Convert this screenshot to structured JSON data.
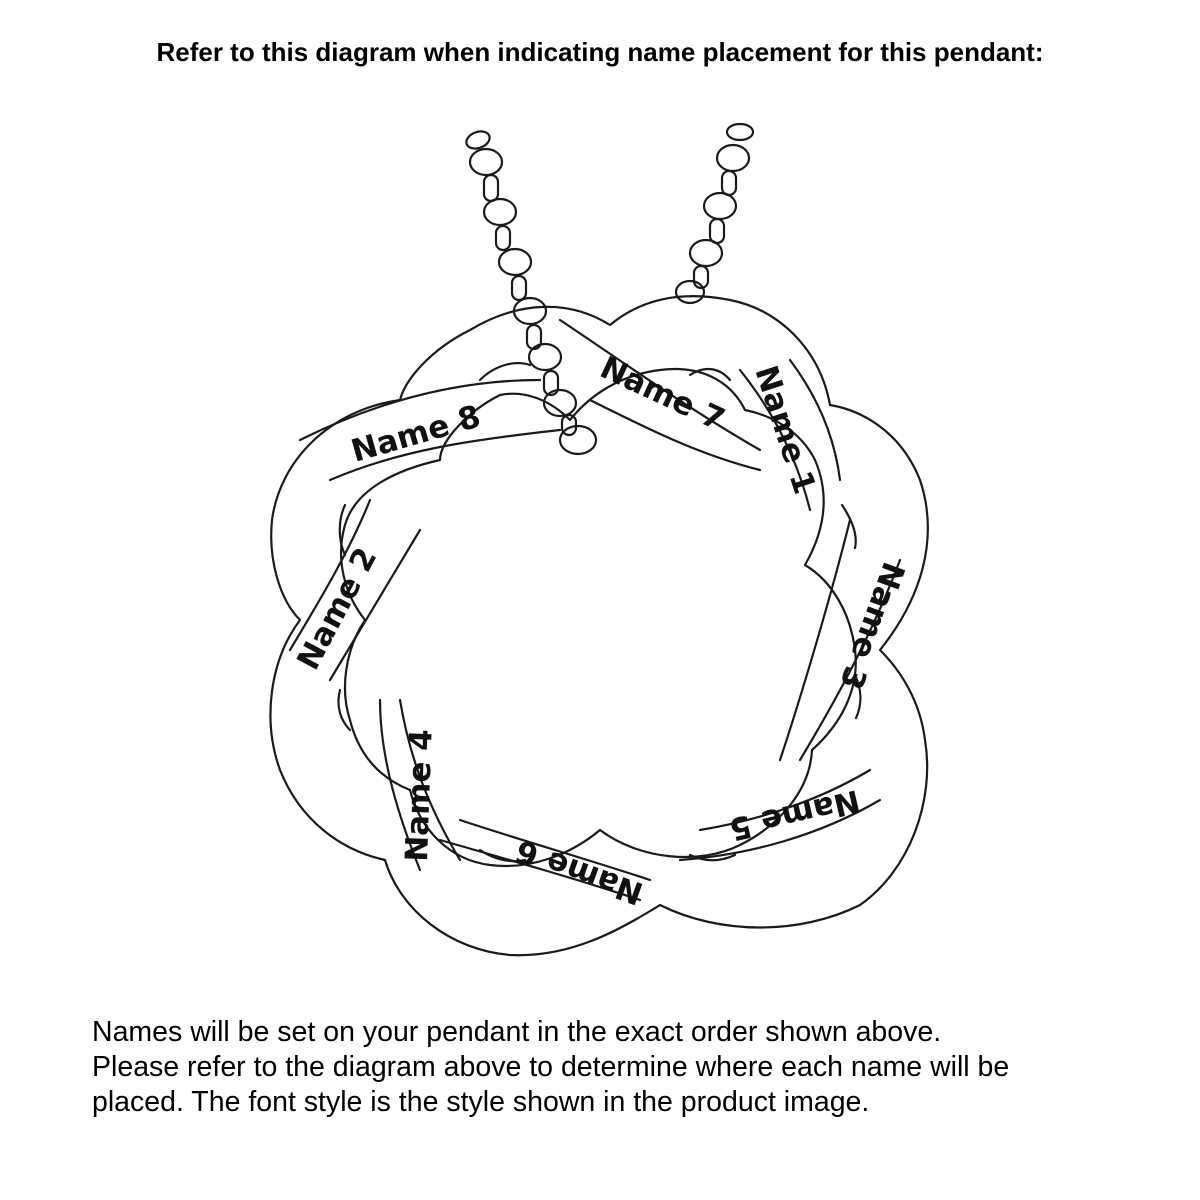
{
  "title": "Refer to this diagram when indicating name placement for this pendant:",
  "labels": {
    "name1": "Name 1",
    "name2": "Name 2",
    "name3": "Name 3",
    "name4": "Name 4",
    "name5": "Name 5",
    "name6": "Name 6",
    "name7": "Name 7",
    "name8": "Name 8"
  },
  "instructions": {
    "line1": "Names will be set on your pendant in the exact order shown above.",
    "line2": "Please refer to the diagram above to determine where each name will be",
    "line3": "placed. The font style is the style shown in the product image."
  },
  "colors": {
    "line": "#1a1a1a",
    "text": "#000000",
    "background": "#ffffff"
  }
}
